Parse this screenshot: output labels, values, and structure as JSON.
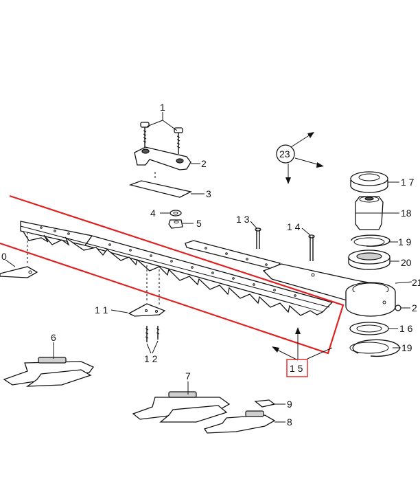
{
  "diagram": {
    "labels": {
      "l1": "1",
      "l2": "2",
      "l3": "3",
      "l4": "4",
      "l5": "5",
      "l6": "6",
      "l7": "7",
      "l8": "8",
      "l9": "9",
      "l10": "0",
      "l11": "1 1",
      "l12": "1 2",
      "l13": "1 3",
      "l14": "1 4",
      "l15": "1 5",
      "l16": "1 6",
      "l17": "1 7",
      "l18": "18",
      "l19a": "1 9",
      "l19b": "19",
      "l20": "20",
      "l21": "21",
      "l22": "2",
      "l23": "23"
    },
    "highlight_color": "#e02020",
    "callout_box_color": "#e02020"
  }
}
